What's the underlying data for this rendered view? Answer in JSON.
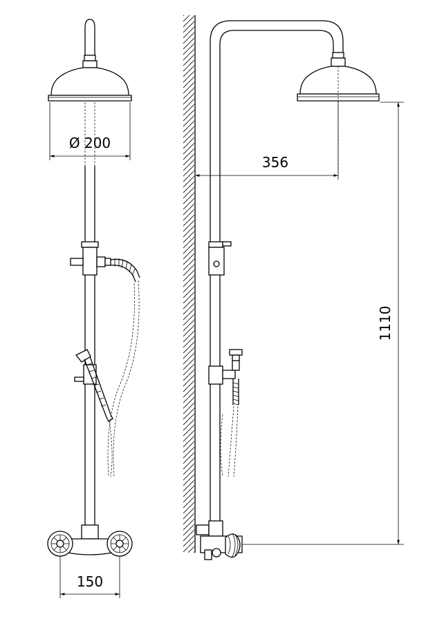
{
  "dimensions": {
    "head_diameter": "Ø 200",
    "arm_reach": "356",
    "height": "1110",
    "handle_spacing": "150"
  }
}
